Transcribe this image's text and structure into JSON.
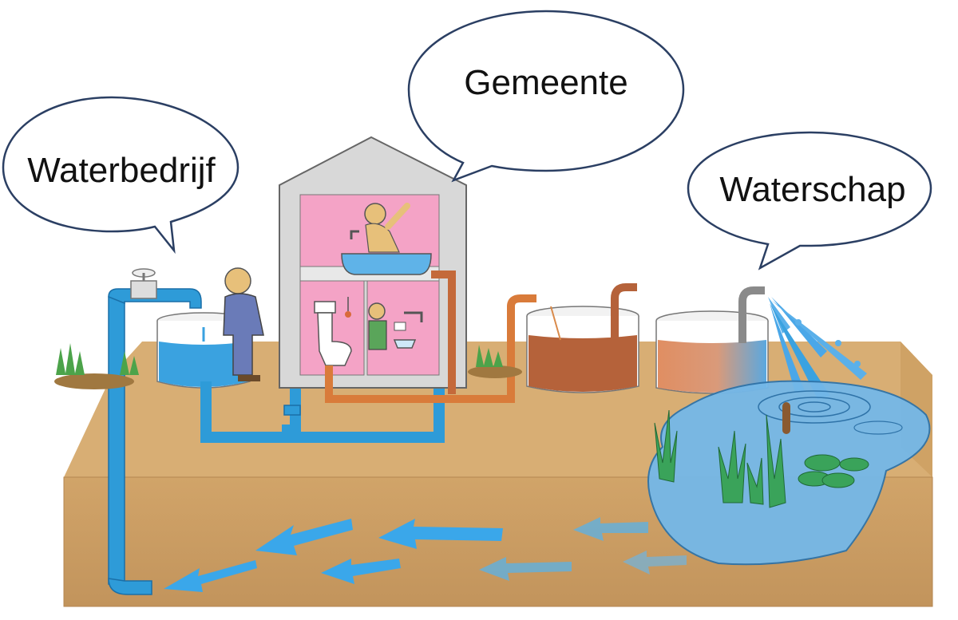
{
  "labels": {
    "waterbedrijf": "Waterbedrijf",
    "gemeente": "Gemeente",
    "waterschap": "Waterschap"
  },
  "colors": {
    "soil_top": "#d9b27a",
    "soil_front": "#c99a5c",
    "water_blue": "#3aa2e0",
    "pipe_blue": "#2e9bd8",
    "pipe_orange": "#d97b3a",
    "sewage_brown": "#b5623a",
    "wall_pink": "#f4a3c6",
    "house_grey": "#d9d9d9",
    "pond_blue": "#74b8e8",
    "plant_green": "#3aa35a"
  },
  "icons": [
    "tap-icon",
    "well-tank-icon",
    "house-icon",
    "bathtub-icon",
    "toilet-icon",
    "sink-icon",
    "sewage-tank-icon",
    "treatment-tank-icon",
    "fountain-icon",
    "pond-icon",
    "reed-icon",
    "lily-pad-icon",
    "groundwater-arrow-icon"
  ]
}
